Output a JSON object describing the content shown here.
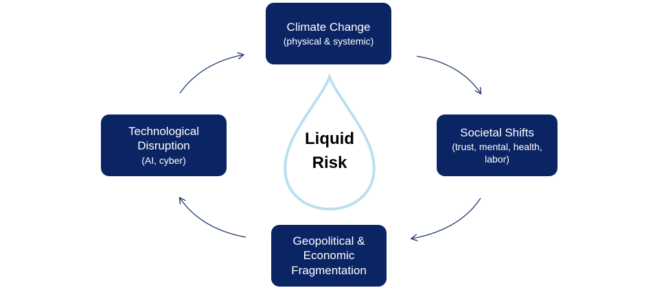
{
  "diagram": {
    "center": {
      "line1": "Liquid",
      "line2": "Risk"
    },
    "nodes": {
      "climate": {
        "title": "Climate Change",
        "sub": "(physical & systemic)"
      },
      "societal": {
        "title": "Societal Shifts",
        "sub1": "(trust, mental, health,",
        "sub2": "labor)"
      },
      "geo": {
        "line1": "Geopolitical &",
        "line2": "Economic",
        "line3": "Fragmentation"
      },
      "tech": {
        "line1": "Technological",
        "line2": "Disruption",
        "sub": "(AI, cyber)"
      }
    },
    "colors": {
      "node_fill": "#0b2464",
      "node_text": "#ffffff",
      "arrow": "#1f3a6e",
      "drop_outline": "#bcdff0"
    }
  }
}
